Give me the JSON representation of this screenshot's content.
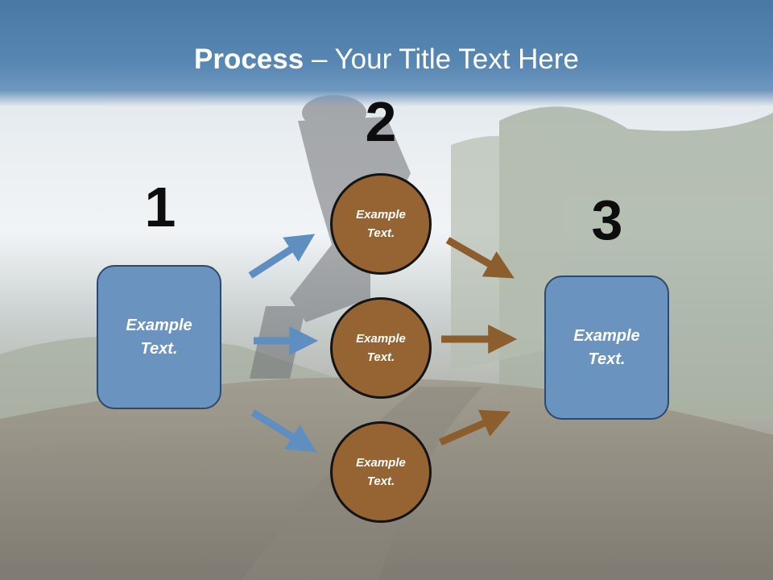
{
  "slide": {
    "title_bold": "Process",
    "title_rest": " – Your Title Text Here",
    "numbers": [
      "1",
      "2",
      "3"
    ],
    "left_box": "Example Text.",
    "right_box": "Example Text.",
    "circles": [
      "Example Text.",
      "Example Text.",
      "Example Text."
    ]
  },
  "colors": {
    "title_bar": "#4a78a4",
    "box_fill": "#6b93bf",
    "circle_fill": "#956432",
    "blue_arrow": "#5f8fc0",
    "brown_arrow": "#8c5d2d"
  }
}
